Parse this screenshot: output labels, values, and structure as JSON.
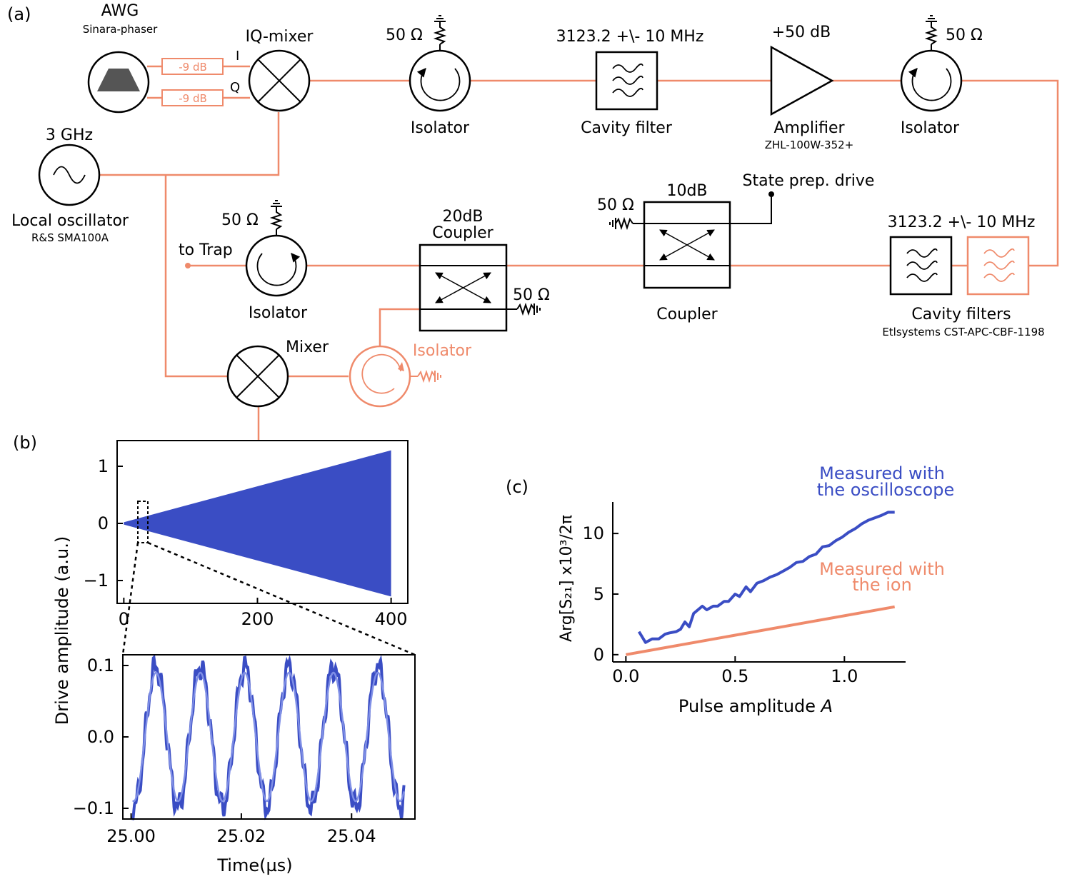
{
  "colors": {
    "salmon": "#ef8a6b",
    "blue": "#3a4dc4",
    "lightblue": "#7f8fe6",
    "black": "#000000"
  },
  "panel_labels": {
    "a": "(a)",
    "b": "(b)",
    "c": "(c)"
  },
  "schematic": {
    "awg_title": "AWG",
    "awg_model": "Sinara-phaser",
    "att1": "-9 dB",
    "att2": "-9 dB",
    "i_label": "I",
    "q_label": "Q",
    "iq_mixer": "IQ-mixer",
    "ohm_1": "50 Ω",
    "isolator_1": "Isolator",
    "filter_1_freq": "3123.2 +\\-  10 MHz",
    "cavity_filter": "Cavity filter",
    "amp_gain": "+50 dB",
    "amplifier": "Amplifier",
    "amp_model": "ZHL-100W-352+",
    "ohm_2": "50 Ω",
    "isolator_2": "Isolator",
    "lo_freq": "3 GHz",
    "lo_name": "Local oscillator",
    "lo_model": "R&S SMA100A",
    "state_prep": "State prep. drive",
    "coupler10_db": "10dB",
    "ohm_3": "50 Ω",
    "coupler_10": "Coupler",
    "filter_2_freq": "3123.2 +\\-  10 MHz",
    "cavity_filters": "Cavity filters",
    "filters_model": "Etlsystems CST-APC-CBF-1198",
    "ohm_4": "50 Ω",
    "to_trap": "to Trap",
    "isolator_3": "Isolator",
    "coupler20_db": "20dB",
    "coupler20_name": "Coupler",
    "ohm_5": "50 Ω",
    "mixer": "Mixer",
    "isolator_4": "Isolator"
  },
  "chart_data": [
    {
      "id": "b-top",
      "type": "line",
      "description_shown": "envelope growing linearly from 0 to ~1.3 over 0-400",
      "xlim": [
        -10,
        425
      ],
      "ylim": [
        -1.4,
        1.45
      ],
      "xticks": [
        0,
        200,
        400
      ],
      "yticks": [
        -1,
        0,
        1
      ],
      "envelope": {
        "x": [
          0,
          400
        ],
        "amplitude": [
          0.02,
          1.28
        ]
      },
      "ylabel": "Drive amplitude (a.u.)"
    },
    {
      "id": "b-zoom",
      "type": "line",
      "xlim": [
        24.9985,
        25.0515
      ],
      "ylim": [
        -0.115,
        0.115
      ],
      "xticks": [
        25.0,
        25.02,
        25.04
      ],
      "xtick_labels": [
        "25.00",
        "25.02",
        "25.04"
      ],
      "yticks": [
        -0.1,
        0.0,
        0.1
      ],
      "ytick_labels": [
        "−0.1",
        "0.0",
        "0.1"
      ],
      "xlabel": "Time(µs)",
      "series": [
        {
          "amplitude": 0.1,
          "period": 0.00805,
          "phase_start": 25.0025
        }
      ]
    },
    {
      "id": "c",
      "type": "line",
      "xlim": [
        -0.06,
        1.28
      ],
      "ylim": [
        -0.6,
        12.6
      ],
      "xticks": [
        0.0,
        0.5,
        1.0
      ],
      "xtick_labels": [
        "0.0",
        "0.5",
        "1.0"
      ],
      "yticks": [
        0,
        5,
        10
      ],
      "xlabel": "Pulse amplitude A",
      "ylabel": "Arg[S₂₁]  x10³/2π",
      "series": [
        {
          "name": "Measured with the oscilloscope",
          "legend_line1": "Measured with",
          "legend_line2": "the oscilloscope",
          "x": [
            0.06,
            0.09,
            0.12,
            0.15,
            0.18,
            0.2,
            0.23,
            0.25,
            0.27,
            0.29,
            0.31,
            0.33,
            0.35,
            0.37,
            0.4,
            0.42,
            0.45,
            0.47,
            0.5,
            0.52,
            0.55,
            0.57,
            0.6,
            0.63,
            0.66,
            0.69,
            0.72,
            0.75,
            0.78,
            0.81,
            0.84,
            0.87,
            0.9,
            0.93,
            0.96,
            0.99,
            1.02,
            1.05,
            1.08,
            1.11,
            1.14,
            1.17,
            1.2,
            1.23
          ],
          "y": [
            1.9,
            1.0,
            1.3,
            1.3,
            1.7,
            1.8,
            1.9,
            2.1,
            2.7,
            2.3,
            3.4,
            3.7,
            4.0,
            3.7,
            4.0,
            4.0,
            4.4,
            4.4,
            5.0,
            4.8,
            5.6,
            5.2,
            5.9,
            6.1,
            6.4,
            6.6,
            6.9,
            7.2,
            7.6,
            7.7,
            8.1,
            8.3,
            8.9,
            9.0,
            9.4,
            9.7,
            10.1,
            10.4,
            10.8,
            11.1,
            11.3,
            11.5,
            11.75,
            11.75
          ]
        },
        {
          "name": "Measured with the ion",
          "legend_line1": "Measured with",
          "legend_line2": "the ion",
          "x": [
            0.0,
            1.23
          ],
          "y": [
            0.0,
            3.95
          ]
        }
      ]
    }
  ]
}
